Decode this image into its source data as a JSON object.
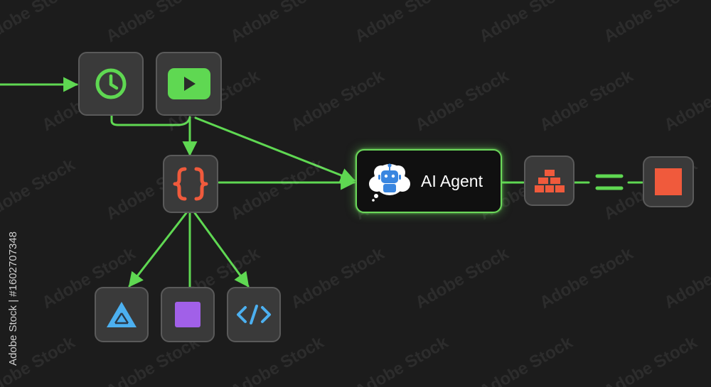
{
  "diagram": {
    "agent_label": "AI Agent",
    "stock_id": "Adobe Stock | #1602707348",
    "watermark_text": "Adobe Stock",
    "nodes": [
      {
        "id": "schedule",
        "icon": "clock-icon"
      },
      {
        "id": "play",
        "icon": "play-icon"
      },
      {
        "id": "code-braces",
        "icon": "curly-braces-icon"
      },
      {
        "id": "ai-agent",
        "icon": "robot-icon"
      },
      {
        "id": "blocks",
        "icon": "bricks-icon"
      },
      {
        "id": "stop",
        "icon": "stop-square-icon"
      },
      {
        "id": "triangle",
        "icon": "triangle-logo-icon"
      },
      {
        "id": "square",
        "icon": "purple-square-icon"
      },
      {
        "id": "code-tag",
        "icon": "code-tag-icon"
      }
    ],
    "colors": {
      "background": "#1c1c1c",
      "connector": "#5fd852",
      "node_fill": "#3a3a3a",
      "node_border": "#5a5a5a",
      "agent_glow": "#6bd85a",
      "orange": "#f05a3c",
      "purple": "#a160e8",
      "blue": "#4cb0f0"
    }
  }
}
